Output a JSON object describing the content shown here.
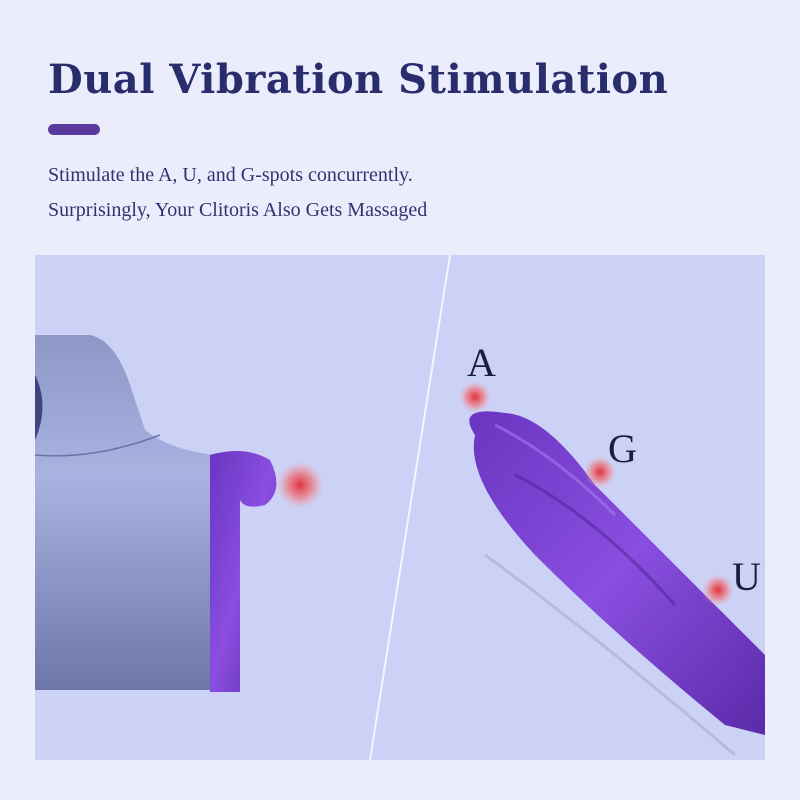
{
  "header": {
    "title": "Dual Vibration Stimulation",
    "subtitle_line1": "Stimulate the A, U, and G-spots concurrently.",
    "subtitle_line2": "Surprisingly, Your Clitoris Also Gets Massaged"
  },
  "illustration": {
    "spot_labels": [
      "A",
      "G",
      "U"
    ]
  },
  "colors": {
    "background": "#ecedfc",
    "title": "#2a2d6b",
    "accent": "#5a3a9c",
    "panel": "#cbd2f6",
    "device": "#7b3fd0",
    "spot": "#e0323a"
  }
}
